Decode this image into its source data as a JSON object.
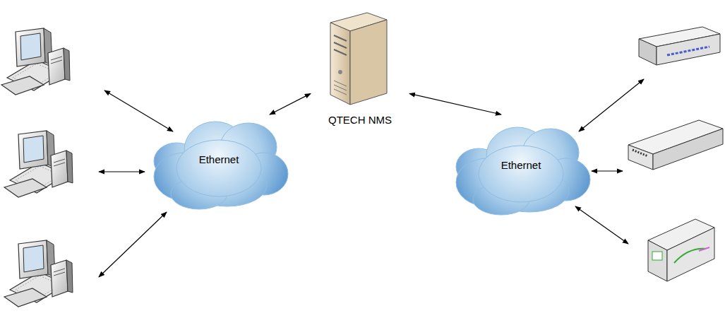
{
  "diagram": {
    "nodes": [
      {
        "text": [
          "Ethernet"
        ]
      },
      {
        "text": [
          "QTECH NMS"
        ]
      },
      {
        "text": [
          "Ethernet"
        ]
      }
    ],
    "edges": [
      {
        "from": 1,
        "to": 0,
        "arrow": "both"
      },
      {
        "from": 1,
        "to": 2,
        "arrow": "both"
      }
    ]
  }
}
